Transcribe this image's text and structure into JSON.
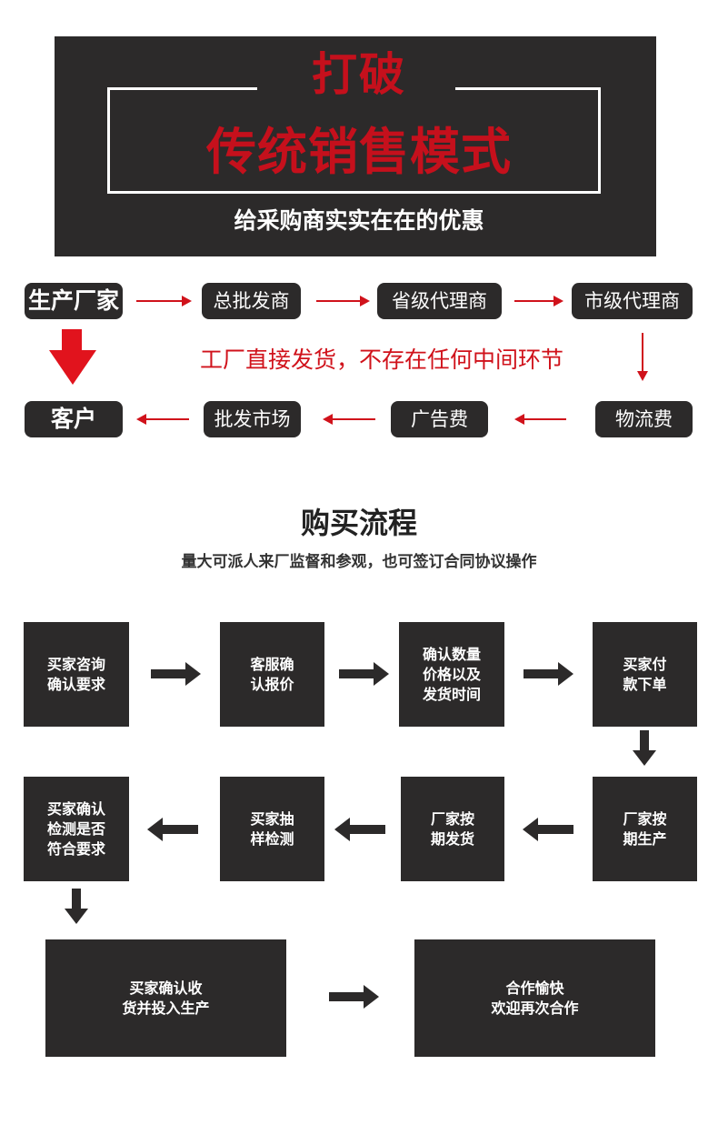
{
  "banner": {
    "title_line1": "打破",
    "title_line2": "传统销售模式",
    "subtitle": "给采购商实实在在的优惠"
  },
  "supply_chain": {
    "top_row": [
      "生产厂家",
      "总批发商",
      "省级代理商",
      "市级代理商"
    ],
    "bottom_row": [
      "客户",
      "批发市场",
      "广告费",
      "物流费"
    ],
    "note": "工厂直接发货，不存在任何中间环节"
  },
  "process": {
    "title": "购买流程",
    "subtitle": "量大可派人来厂监督和参观，也可签订合同协议操作",
    "row1": [
      [
        "买家咨询",
        "确认要求"
      ],
      [
        "客服确",
        "认报价"
      ],
      [
        "确认数量",
        "价格以及",
        "发货时间"
      ],
      [
        "买家付",
        "款下单"
      ]
    ],
    "row2": [
      [
        "买家确认",
        "检测是否",
        "符合要求"
      ],
      [
        "买家抽",
        "样检测"
      ],
      [
        "厂家按",
        "期发货"
      ],
      [
        "厂家按",
        "期生产"
      ]
    ],
    "row3": [
      [
        "买家确认收",
        "货并投入生产"
      ],
      [
        "合作愉快",
        "欢迎再次合作"
      ]
    ]
  },
  "colors": {
    "dark_box": "#2c2a2a",
    "accent_red": "#d0121b",
    "banner_red": "#c5101c"
  }
}
